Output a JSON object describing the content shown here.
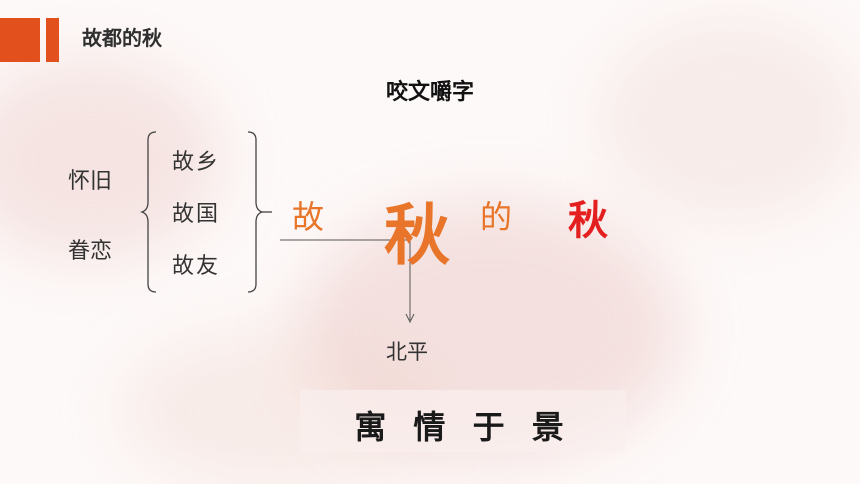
{
  "header": {
    "title": "故都的秋"
  },
  "subtitle": "咬文嚼字",
  "left_words": [
    "怀旧",
    "眷恋"
  ],
  "list_items": [
    "故乡",
    "故国",
    "故友"
  ],
  "phrase_chars": {
    "gu": "故",
    "qiu_big": "秋",
    "de": "的",
    "qiu_red": "秋"
  },
  "bottom_label": "北平",
  "summary_phrase": "寓 情 于 景",
  "colors": {
    "accent": "#e2501e",
    "orange": "#e8752a",
    "red": "#e41f1f"
  }
}
